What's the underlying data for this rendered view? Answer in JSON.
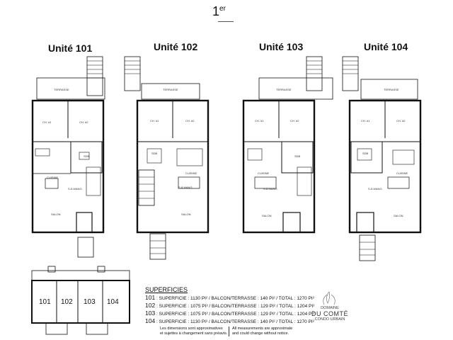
{
  "page": {
    "floor_label": "1",
    "floor_suffix": "er"
  },
  "units": [
    {
      "title": "Unité 101",
      "terrace": "TERRASSE",
      "rooms": [
        "CH. #1",
        "CH. #2",
        "SDB",
        "CUISINE",
        "S.À MANG.",
        "SALON"
      ]
    },
    {
      "title": "Unité 102",
      "terrace": "TERRASSE",
      "rooms": [
        "CH. #1",
        "CH. #2",
        "SDB",
        "CUISINE",
        "S.À MANG.",
        "SALON"
      ]
    },
    {
      "title": "Unité 103",
      "terrace": "TERRASSE",
      "rooms": [
        "CH. #1",
        "CH. #2",
        "SDB",
        "CUISINE",
        "S.À MANG.",
        "SALON"
      ]
    },
    {
      "title": "Unité 104",
      "terrace": "TERRASSE",
      "rooms": [
        "CH. #1",
        "CH. #2",
        "SDB",
        "CUISINE",
        "S.À MANG.",
        "SALON"
      ]
    }
  ],
  "key_plan": {
    "labels": [
      "101",
      "102",
      "103",
      "104"
    ]
  },
  "superficies": {
    "title": "SUPERFICIES",
    "rows": [
      {
        "unit": "101",
        "text": ": SUPERFICIE : 1130 PI² / BALCON/TERRASSE : 140 PI² / TOTAL : 1270 PI²"
      },
      {
        "unit": "102",
        "text": ": SUPERFICIE : 1075 PI² / BALCON/TERRASSE : 129 PI² / TOTAL : 1204 PI²"
      },
      {
        "unit": "103",
        "text": ": SUPERFICIE : 1075 PI² / BALCON/TERRASSE : 129 PI² / TOTAL : 1204 PI²"
      },
      {
        "unit": "104",
        "text": ": SUPERFICIE : 1130 PI² / BALCON/TERRASSE : 140 PI² / TOTAL : 1270 PI²"
      }
    ],
    "note_fr": [
      "Les dimensions sont approximatives",
      "et sujettes à changement sans préavis."
    ],
    "note_en": [
      "All measurements are approximate",
      "and could change without notice."
    ]
  },
  "logo": {
    "line1": "DOMAINE",
    "line2": "DU COMTÉ",
    "line3": "CONDO URBAIN"
  }
}
